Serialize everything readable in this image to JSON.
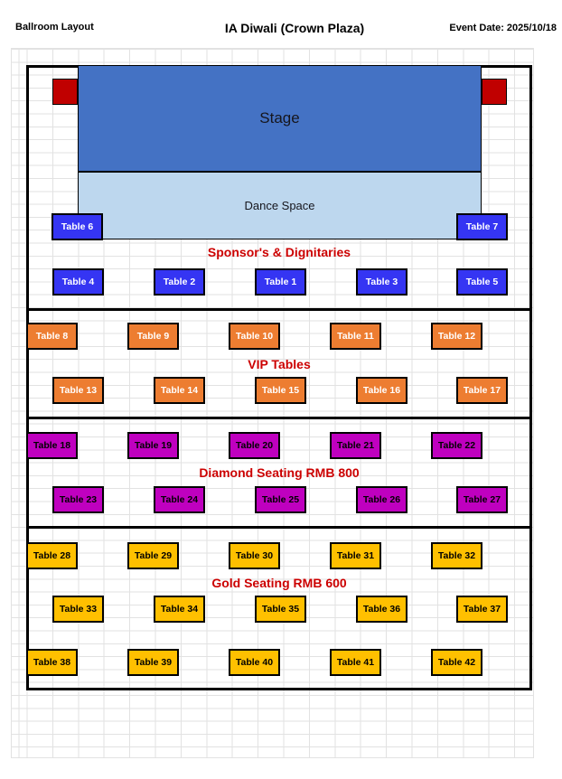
{
  "header": {
    "left_label": "Ballroom Layout",
    "title": "IA Diwali (Crown Plaza)",
    "event_date": "Event Date: 2025/10/18"
  },
  "stage": {
    "label": "Stage"
  },
  "dance_space": {
    "label": "Dance Space"
  },
  "head_tables": {
    "left": "Table 6",
    "right": "Table 7"
  },
  "sections": [
    {
      "heading": "Sponsor's & Dignitaries",
      "row1": [
        "Table 4",
        "Table 2",
        "Table 1",
        "Table 3",
        "Table 5"
      ]
    },
    {
      "heading": "VIP Tables",
      "row1": [
        "Table 8",
        "Table 9",
        "Table 10",
        "Table 11",
        "Table 12"
      ],
      "row2": [
        "Table 13",
        "Table 14",
        "Table 15",
        "Table 16",
        "Table 17"
      ]
    },
    {
      "heading": "Diamond Seating RMB 800",
      "row1": [
        "Table 18",
        "Table 19",
        "Table 20",
        "Table 21",
        "Table 22"
      ],
      "row2": [
        "Table 23",
        "Table 24",
        "Table 25",
        "Table 26",
        "Table 27"
      ]
    },
    {
      "heading": "Gold Seating RMB 600",
      "row1": [
        "Table 28",
        "Table 29",
        "Table 30",
        "Table 31",
        "Table 32"
      ],
      "row2": [
        "Table 33",
        "Table 34",
        "Table 35",
        "Table 36",
        "Table 37"
      ],
      "row3": [
        "Table 38",
        "Table 39",
        "Table 40",
        "Table 41",
        "Table 42"
      ]
    }
  ],
  "colors": {
    "stage": "#4472C4",
    "dance_space": "#BDD7EE",
    "corner_marker": "#C00000",
    "sponsor_table": "#3535F3",
    "vip_table": "#ED7D31",
    "diamond_table": "#BF00BF",
    "gold_table": "#FFC000",
    "section_heading": "#CC0000"
  }
}
